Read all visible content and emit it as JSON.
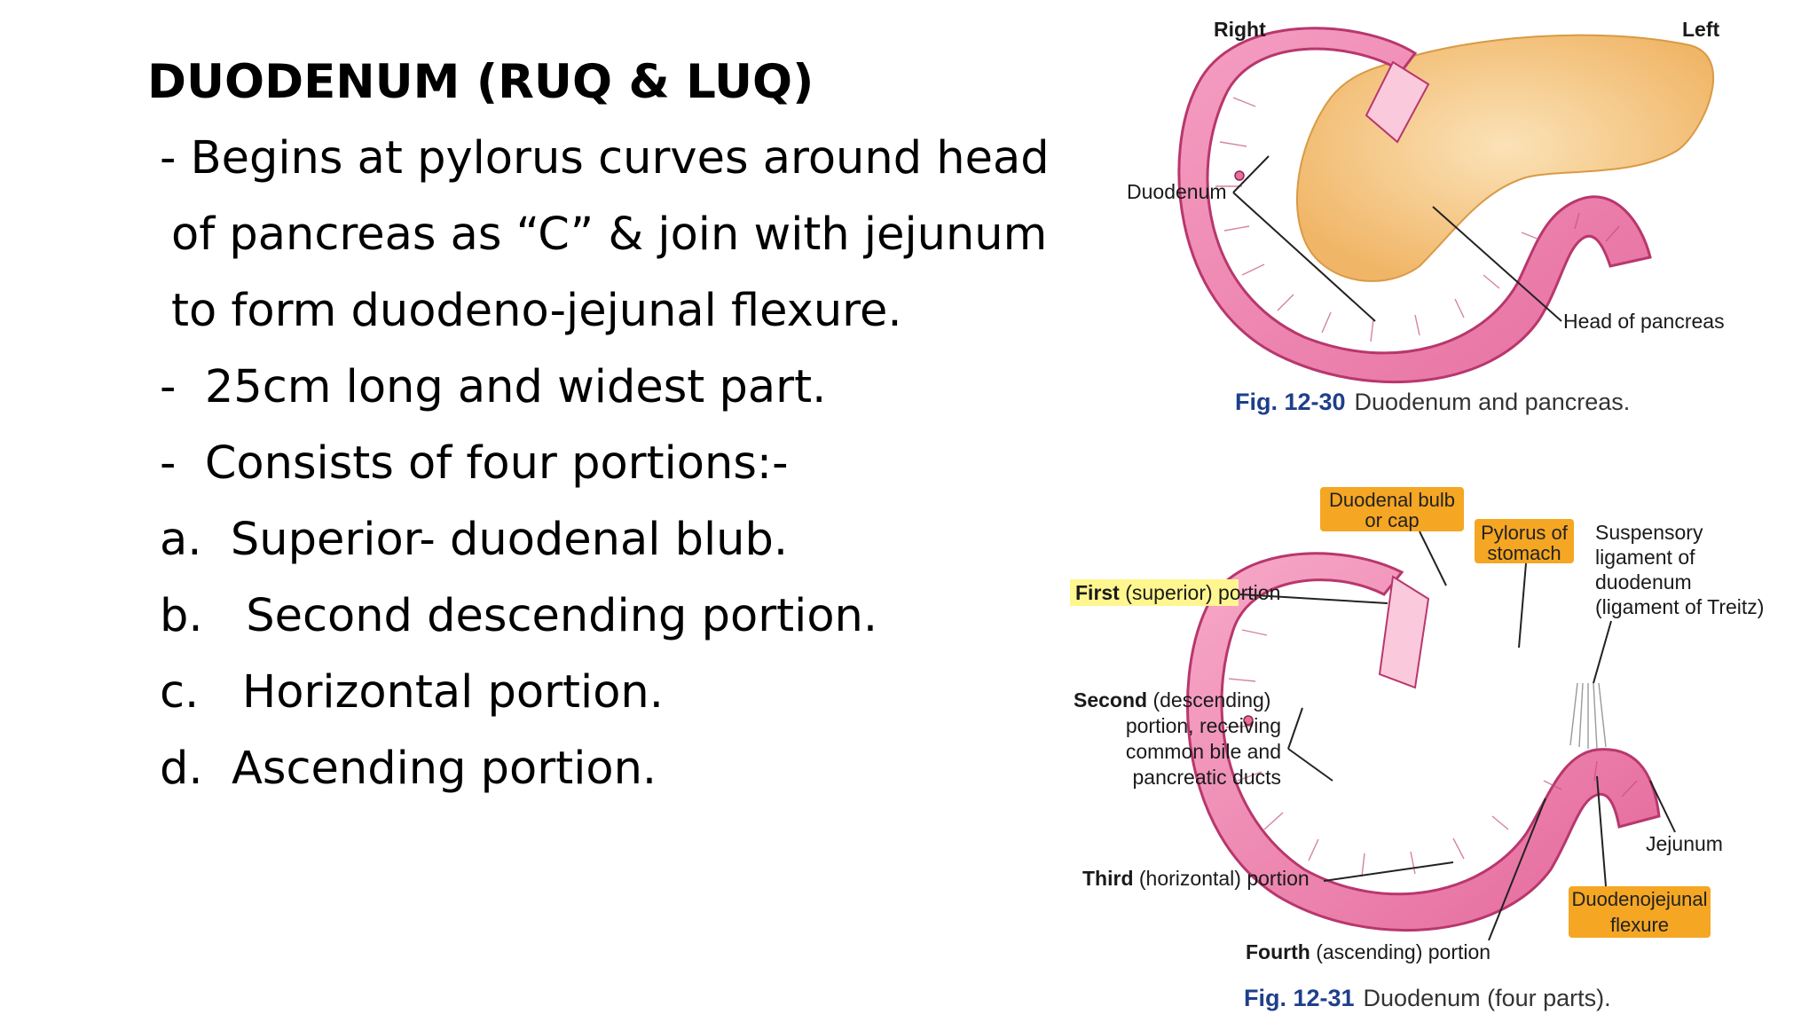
{
  "slide": {
    "title": "DUODENUM (RUQ & LUQ)",
    "bullets": [
      "- Begins at pylorus curves around head",
      "of pancreas as “C” & join with jejunum",
      "to form duodeno-jejunal flexure.",
      "-  25cm long and widest part.",
      "-  Consists of four portions:-",
      "a.  Superior- duodenal blub.",
      "b.   Second descending portion.",
      "c.   Horizontal portion.",
      "d.  Ascending portion."
    ]
  },
  "figure_1": {
    "label_right": "Right",
    "label_left": "Left",
    "label_duodenum": "Duodenum",
    "label_head_pancreas": "Head of pancreas",
    "caption_number": "Fig. 12-30",
    "caption_text": "Duodenum and pancreas."
  },
  "figure_2": {
    "bulb_line1": "Duodenal bulb",
    "bulb_line2": "or cap",
    "pylorus_line1": "Pylorus of",
    "pylorus_line2": "stomach",
    "suspensory_line1": "Suspensory",
    "suspensory_line2": "ligament of",
    "suspensory_line3": "duodenum",
    "suspensory_line4": "(ligament of Treitz)",
    "first_bold": "First",
    "first_rest": " (superior) portion",
    "second_bold": "Second",
    "second_rest": " (descending)",
    "second_line2": "portion, receiving",
    "second_line3": "common bile and",
    "second_line4": "pancreatic ducts",
    "third_bold": "Third",
    "third_rest": " (horizontal) portion",
    "fourth_bold": "Fourth",
    "fourth_rest": " (ascending) portion",
    "jejunum": "Jejunum",
    "dj_line1": "Duodenojejunal",
    "dj_line2": "flexure",
    "caption_number": "Fig. 12-31",
    "caption_text": "Duodenum (four parts)."
  },
  "colors": {
    "duodenum_fill": "#f08bb4",
    "duodenum_light": "#fbc9dc",
    "duodenum_stroke": "#b8376d",
    "pancreas_fill": "#f5c27a",
    "pancreas_light": "#fbe2b7",
    "highlight_orange": "#f5a623",
    "highlight_yellow": "#fff68f",
    "caption_blue": "#1e3f8a"
  }
}
